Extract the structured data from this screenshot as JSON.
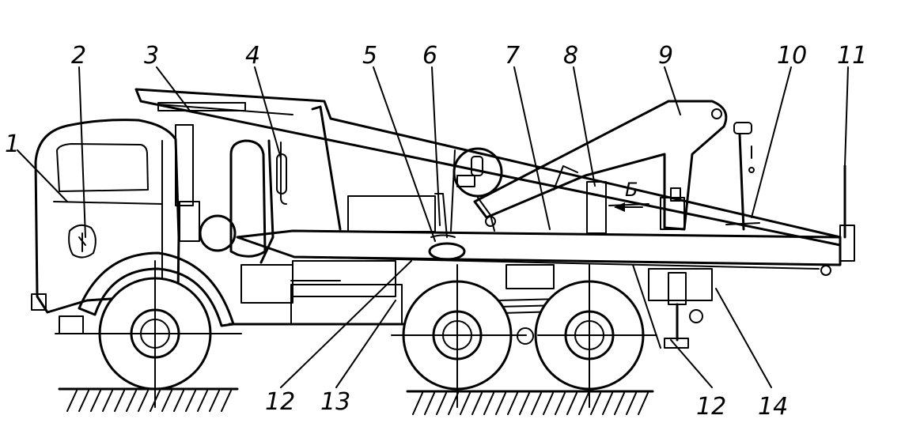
{
  "diagram": {
    "callouts": [
      "1",
      "2",
      "3",
      "4",
      "5",
      "6",
      "7",
      "8",
      "9",
      "10",
      "11",
      "12",
      "13",
      "12",
      "14"
    ],
    "direction_label": "Б"
  }
}
